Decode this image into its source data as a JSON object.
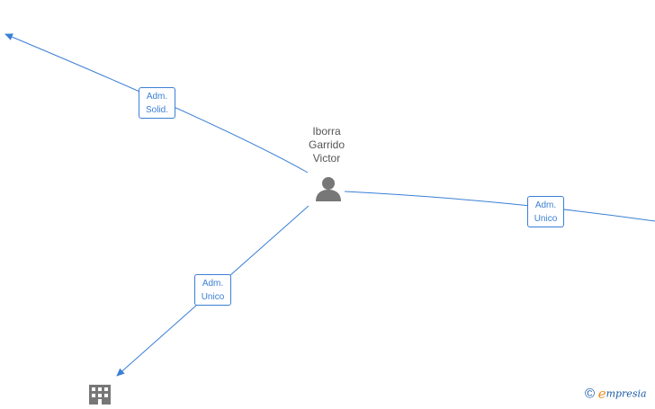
{
  "graph": {
    "person": {
      "name_lines": [
        "Iborra",
        "Garrido",
        "Victor"
      ],
      "icon": "person-icon"
    },
    "edges": [
      {
        "label_lines": [
          "Adm.",
          "Solid."
        ]
      },
      {
        "label_lines": [
          "Adm.",
          "Unico"
        ]
      },
      {
        "label_lines": [
          "Adm.",
          "Unico"
        ]
      }
    ],
    "company_node": {
      "icon": "building-icon"
    }
  },
  "footer": {
    "copyright_symbol": "©",
    "brand_initial": "e",
    "brand_rest": "mpresia",
    "brand_icon": "copyright-icon"
  },
  "colors": {
    "edge": "#3a7fd5",
    "node_icon": "#777777",
    "brand_blue": "#1a5aa8",
    "brand_orange": "#f08a1c"
  }
}
